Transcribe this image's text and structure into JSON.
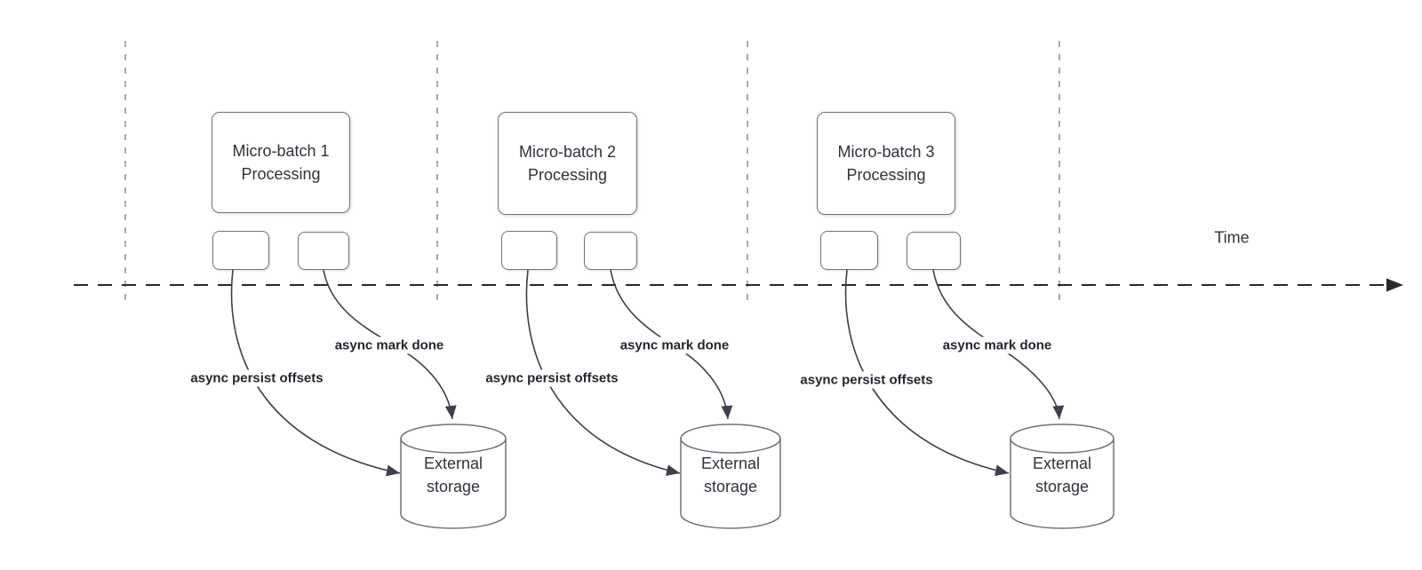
{
  "time_label": "Time",
  "batches": [
    {
      "box_line1": "Micro-batch 1",
      "box_line2": "Processing",
      "persist_label": "async persist offsets",
      "done_label": "async mark done",
      "storage_line1": "External",
      "storage_line2": "storage"
    },
    {
      "box_line1": "Micro-batch 2",
      "box_line2": "Processing",
      "persist_label": "async persist offsets",
      "done_label": "async mark done",
      "storage_line1": "External",
      "storage_line2": "storage"
    },
    {
      "box_line1": "Micro-batch 3",
      "box_line2": "Processing",
      "persist_label": "async persist offsets",
      "done_label": "async mark done",
      "storage_line1": "External",
      "storage_line2": "storage"
    }
  ],
  "colors": {
    "curve_dark": "#3c404a",
    "timeline_dark": "#26292f",
    "lifeline_gray": "#a9abb0",
    "shape_border_gray": "#6e737b",
    "text_dark": "#2f333c",
    "bold_label_dark": "#23262e",
    "background": "#ffffff"
  }
}
